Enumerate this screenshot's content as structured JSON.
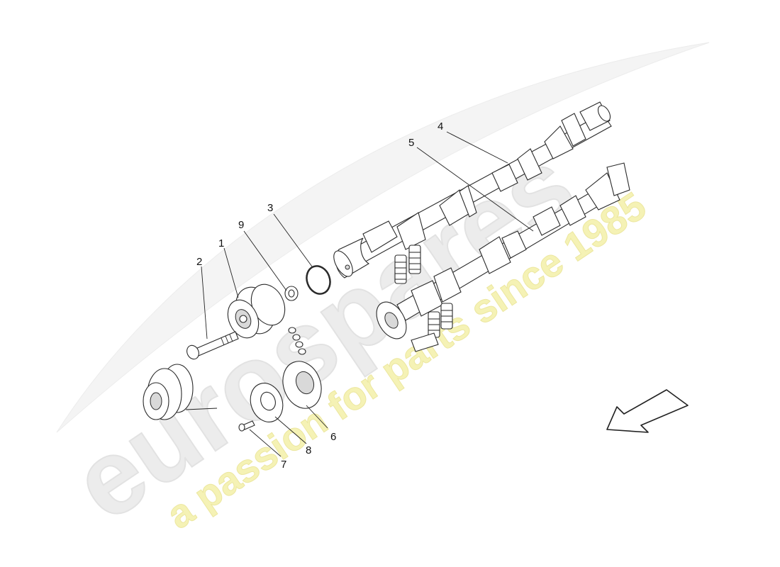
{
  "watermark": {
    "brand_text": "eurospares",
    "tagline_text": "a passion for parts since 1985",
    "brand_color": "#e9e9e9",
    "tagline_color": "#f3f1b8"
  },
  "callouts": [
    {
      "id": "1",
      "label": "1"
    },
    {
      "id": "2",
      "label": "2"
    },
    {
      "id": "3",
      "label": "3"
    },
    {
      "id": "4",
      "label": "4"
    },
    {
      "id": "5",
      "label": "5"
    },
    {
      "id": "6",
      "label": "6"
    },
    {
      "id": "7",
      "label": "7"
    },
    {
      "id": "8",
      "label": "8"
    },
    {
      "id": "9",
      "label": "9"
    }
  ],
  "icons": {
    "direction_arrow": "arrow-down-left-icon"
  }
}
